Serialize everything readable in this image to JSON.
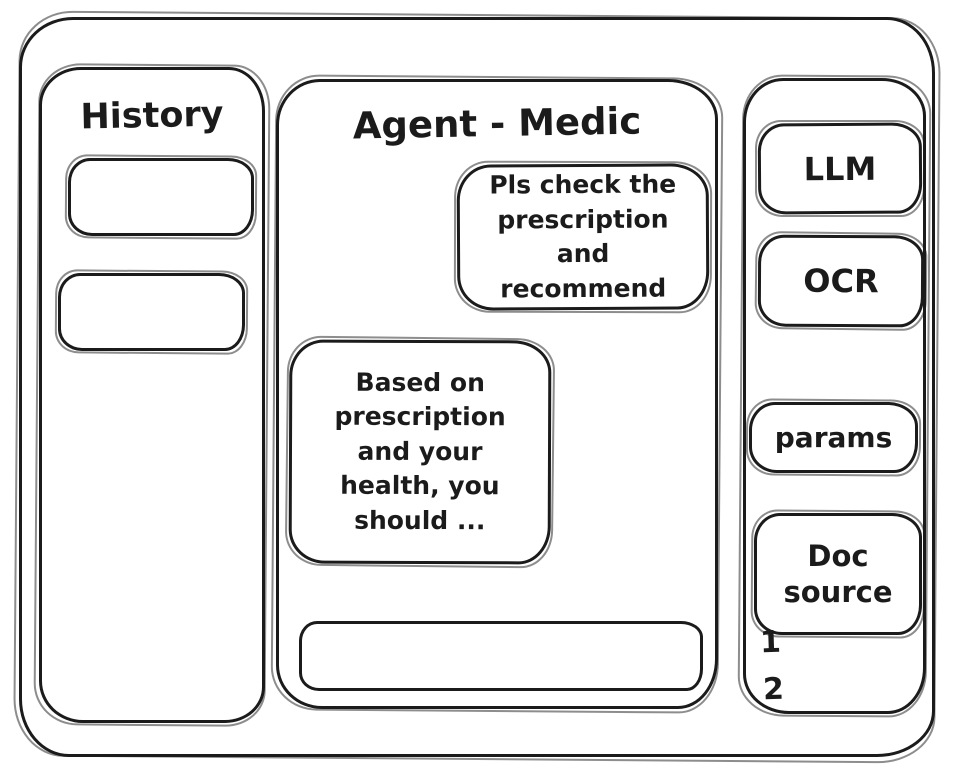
{
  "colors": {
    "ink": "#1b1b1b",
    "background": "#ffffff"
  },
  "history": {
    "title": "History",
    "items": [
      {
        "label": ""
      },
      {
        "label": ""
      }
    ]
  },
  "chat": {
    "title": "Agent - Medic",
    "messages": [
      {
        "role": "user",
        "text": "Pls check the prescription and recommend"
      },
      {
        "role": "assistant",
        "text": "Based on prescription and your health, you should ..."
      }
    ],
    "input": {
      "value": ""
    }
  },
  "tools": {
    "items": [
      {
        "label": "LLM"
      },
      {
        "label": "OCR"
      },
      {
        "label": "params"
      },
      {
        "label": "Doc source"
      }
    ],
    "doc_source_list": [
      "1",
      "2"
    ]
  }
}
